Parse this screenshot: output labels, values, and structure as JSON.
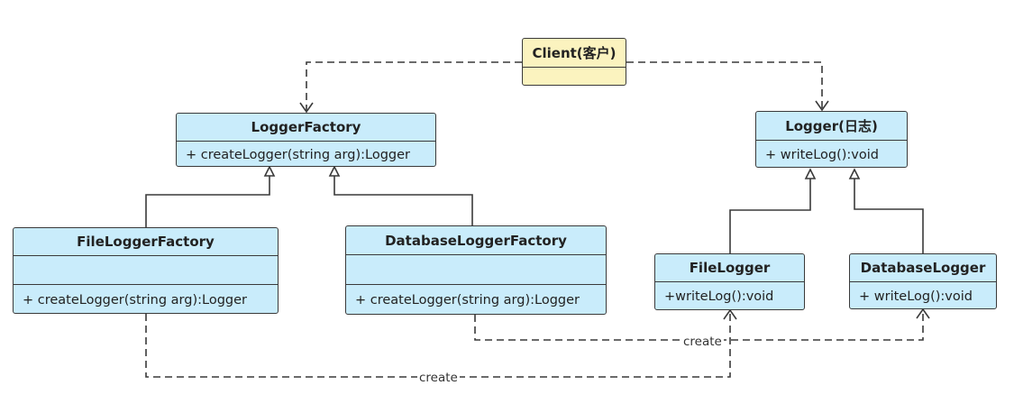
{
  "client": {
    "title": "Client(客户)"
  },
  "logger_factory": {
    "title": "LoggerFactory",
    "method": "+ createLogger(string arg):Logger"
  },
  "file_logger_factory": {
    "title": "FileLoggerFactory",
    "method": "+ createLogger(string arg):Logger"
  },
  "database_logger_factory": {
    "title": "DatabaseLoggerFactory",
    "method": "+ createLogger(string arg):Logger"
  },
  "logger": {
    "title": "Logger(日志)",
    "method": "+ writeLog():void"
  },
  "file_logger": {
    "title": "FileLogger",
    "method": "+writeLog():void"
  },
  "database_logger": {
    "title": "DatabaseLogger",
    "method": "+ writeLog():void"
  },
  "edges": {
    "create_label_1": "create",
    "create_label_2": "create"
  },
  "colors": {
    "class_fill": "#c9ecfb",
    "client_fill": "#fbf3bf",
    "stroke": "#3a3a3a"
  }
}
